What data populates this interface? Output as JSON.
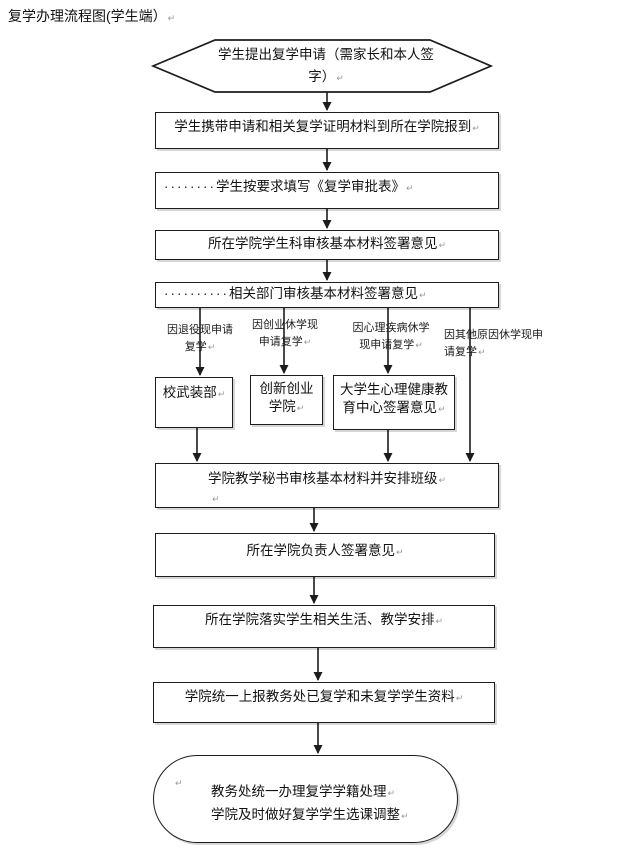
{
  "title": "复学办理流程图(学生端）",
  "pilcrow": "↵",
  "colors": {
    "background": "#ffffff",
    "line": "#1c1c1c",
    "text": "#111111",
    "pilcrow": "#9a9a9a"
  },
  "nodes": {
    "start": {
      "shape": "hexagon",
      "line1": "学生提出复学申请（需家长和本人签",
      "line2": "字）"
    },
    "report": {
      "text": "学生携带申请和相关复学证明材料到所在学院报到"
    },
    "form": {
      "dots": "········",
      "text": "学生按要求填写《复学审批表》"
    },
    "dept_review": {
      "text": "所在学院学生科审核基本材料签署意见"
    },
    "related_review": {
      "dots": "··········",
      "text": "相关部门审核基本材料签署意见"
    },
    "military": {
      "text": "校武装部"
    },
    "innovation": {
      "line1": "创新创业",
      "line2": "学院"
    },
    "psych": {
      "line1": "大学生心理健康教",
      "line2": "育中心签署意见"
    },
    "secretary": {
      "text": "学院教学秘书审核基本材料并安排班级"
    },
    "leader": {
      "text": "所在学院负责人签署意见"
    },
    "arrange": {
      "text": "所在学院落实学生相关生活、教学安排"
    },
    "submit": {
      "text": "学院统一上报教务处已复学和未复学学生资料"
    },
    "end": {
      "shape": "stadium",
      "line1": "教务处统一办理复学学籍处理",
      "line2": "学院及时做好复学学生选课调整"
    }
  },
  "branch_labels": [
    {
      "line1": "因退役现申请",
      "line2": "复学"
    },
    {
      "line1": "因创业休学现",
      "line2": "申请复学"
    },
    {
      "line1": "因心理疾病休学",
      "line2": "现申请复学"
    },
    {
      "line1": "因其他原因休学现申",
      "line2": "请复学"
    }
  ]
}
